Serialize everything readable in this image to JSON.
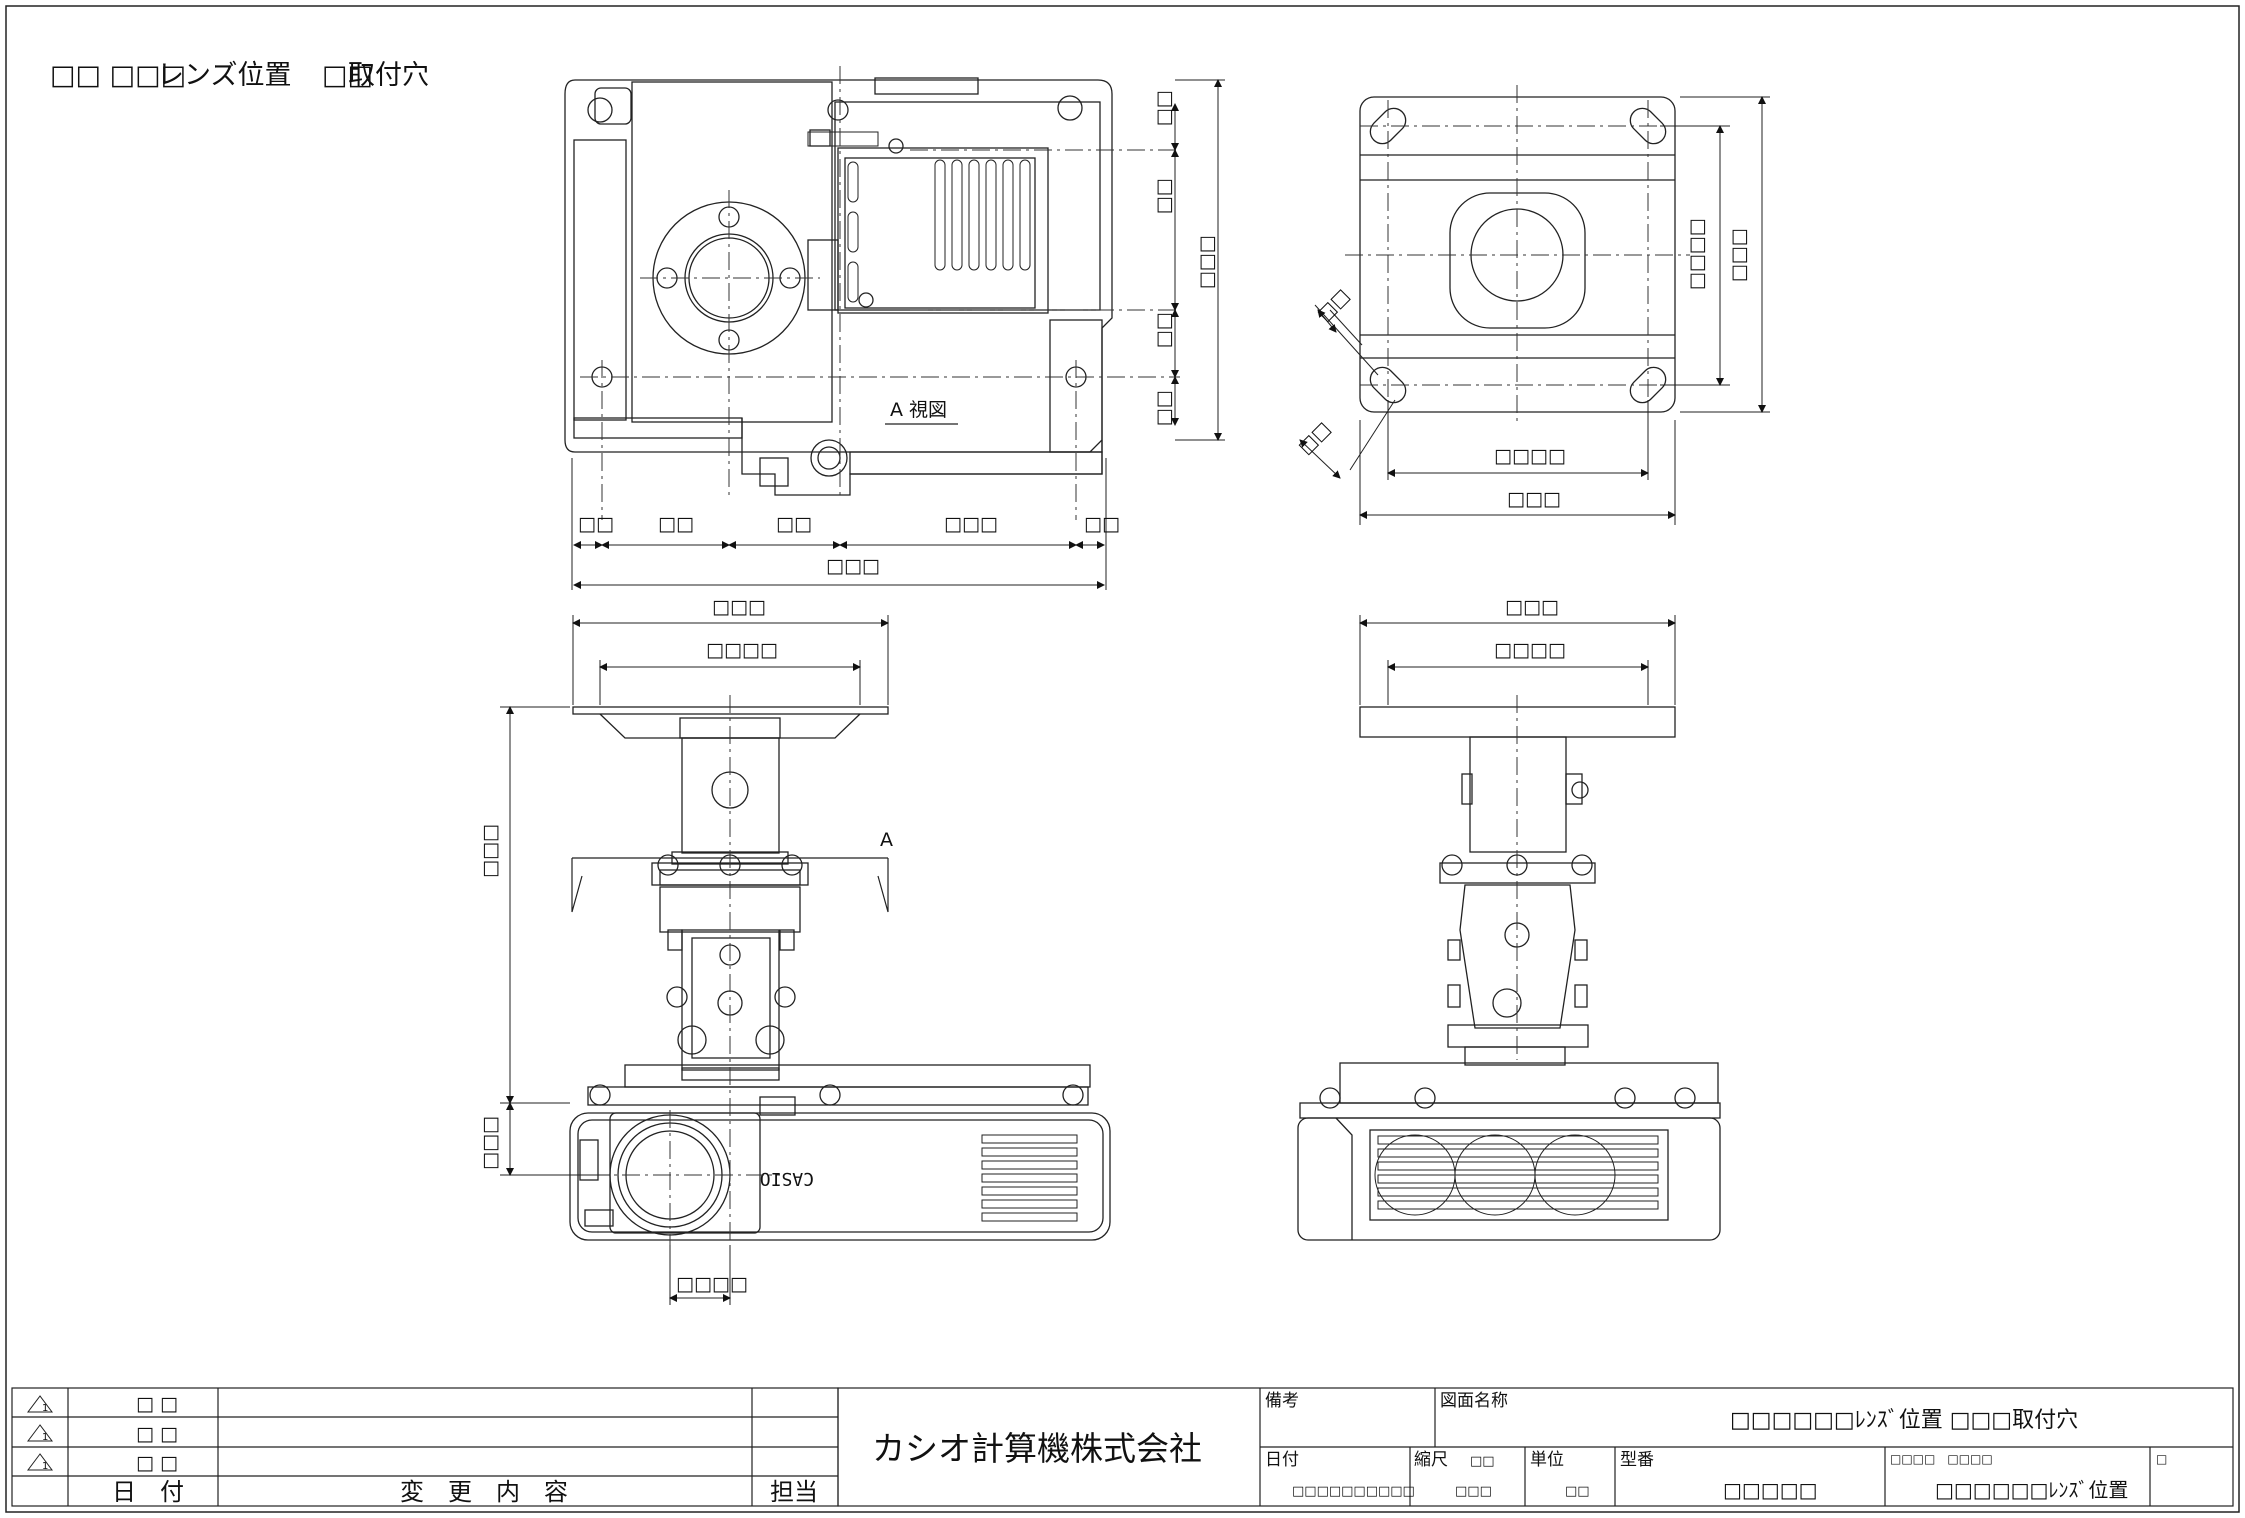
{
  "header": {
    "title_boxes": "□□ □□□",
    "lens_position": "レンズ位置",
    "mount_holes_box": "□□",
    "mount_holes": "取付穴"
  },
  "view_labels": {
    "a_view": "A 視図",
    "a_marker": "A"
  },
  "dims": {
    "bottom_1": "□□",
    "bottom_2": "□□",
    "bottom_3": "□□",
    "bottom_4": "□□□",
    "bottom_5": "□□",
    "bottom_total": "□□□",
    "right_1": "□□",
    "right_2": "□□",
    "right_3": "□□",
    "right_4": "□□",
    "right_total": "□□□",
    "plate_inner_h": "□□□□",
    "plate_outer_h": "□□□",
    "plate_inner_w": "□□□□",
    "plate_outer_w": "□□□",
    "diag_1": "□□",
    "diag_2": "□□",
    "front_top_outer": "□□□",
    "front_top_inner": "□□□□",
    "front_height": "□□□",
    "front_lens_h": "□□□",
    "front_lens_offset": "□□□□",
    "side_top_outer": "□□□",
    "side_top_inner": "□□□□"
  },
  "brand_mark": "CASIO",
  "revisions": {
    "rows": [
      {
        "symbol": "1",
        "date": "□ □",
        "content": "",
        "by": ""
      },
      {
        "symbol": "1",
        "date": "□ □",
        "content": "",
        "by": ""
      },
      {
        "symbol": "1",
        "date": "□ □",
        "content": "",
        "by": ""
      }
    ],
    "header_date": "日　付",
    "header_content": "変　更　内　容",
    "header_by": "担当"
  },
  "title_block": {
    "company": "カシオ計算機株式会社",
    "remarks_label": "備考",
    "drawing_name_label": "図面名称",
    "drawing_name": "□□□□□□ﾚﾝｽﾞ位置 □□□取付穴",
    "date_label": "日付",
    "date_value": "□□□□□□□□□□",
    "scale_label": "縮尺",
    "scale_box": "□□",
    "scale_value": "□□□",
    "unit_label": "単位",
    "unit_value": "□□",
    "model_label": "型番",
    "model_value": "□□□□□",
    "file_label": "□□□□　□□□□",
    "file_value": "□□□□□□ﾚﾝｽﾞ位置",
    "page_box": "□"
  }
}
